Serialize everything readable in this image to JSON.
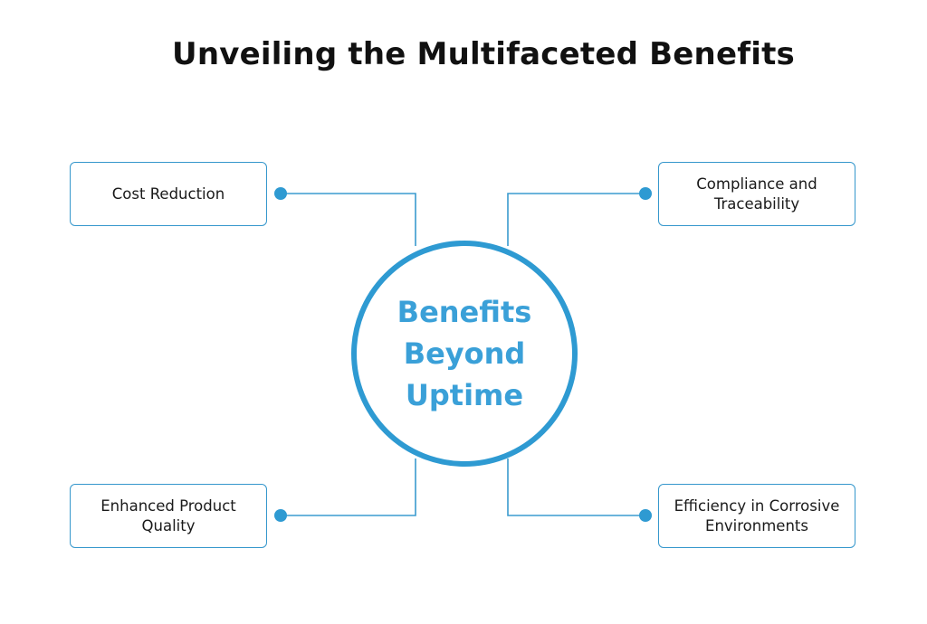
{
  "title": "Unveiling the Multifaceted Benefits",
  "center": {
    "label": "Benefits Beyond Uptime"
  },
  "nodes": {
    "top_left": "Cost Reduction",
    "top_right": "Compliance and Traceability",
    "bottom_left": "Enhanced Product Quality",
    "bottom_right": "Efficiency in Corrosive Environments"
  },
  "colors": {
    "accent": "#2e9ad2",
    "box_border": "#3597cc",
    "text": "#111111"
  }
}
